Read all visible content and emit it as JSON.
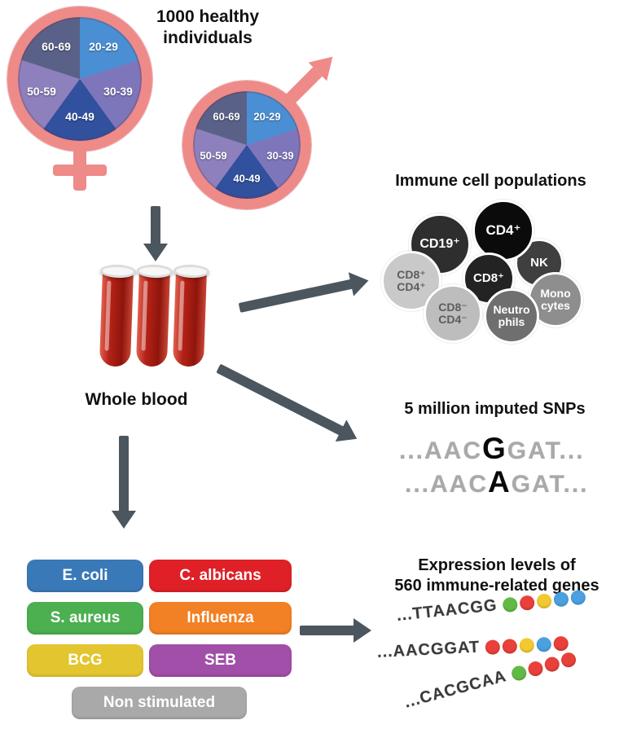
{
  "cohort": {
    "title": "1000 healthy\nindividuals",
    "symbol_color": "#ee8a88",
    "age_groups": [
      {
        "label": "20-29",
        "color": "#4a8fd4"
      },
      {
        "label": "30-39",
        "color": "#7e76bb"
      },
      {
        "label": "40-49",
        "color": "#31509e"
      },
      {
        "label": "50-59",
        "color": "#8d80bd"
      },
      {
        "label": "60-69",
        "color": "#5a6189"
      }
    ]
  },
  "blood": {
    "label": "Whole blood"
  },
  "immune": {
    "title": "Immune cell populations",
    "cells": [
      {
        "label": "CD19⁺",
        "color": "#2e2e2e"
      },
      {
        "label": "CD4⁺",
        "color": "#0b0b0b"
      },
      {
        "label": "NK",
        "color": "#3f3f3f"
      },
      {
        "label": "CD8⁺",
        "color": "#232323"
      },
      {
        "label": "CD8⁺\nCD4⁺",
        "color": "#c9c9c9"
      },
      {
        "label": "Mono\ncytes",
        "color": "#8e8e8e"
      },
      {
        "label": "CD8⁻\nCD4⁻",
        "color": "#bdbdbd"
      },
      {
        "label": "Neutro\nphils",
        "color": "#6f6f6f"
      }
    ]
  },
  "snps": {
    "title": "5 million imputed SNPs",
    "sequences": [
      {
        "pre": "...AAC",
        "variant": "G",
        "post": "GAT..."
      },
      {
        "pre": "...AAC",
        "variant": "A",
        "post": "GAT..."
      }
    ]
  },
  "stimuli": {
    "items": [
      {
        "label": "E. coli",
        "color": "#3a79b8"
      },
      {
        "label": "C. albicans",
        "color": "#df2127"
      },
      {
        "label": "S. aureus",
        "color": "#4caf50"
      },
      {
        "label": "Influenza",
        "color": "#f28024"
      },
      {
        "label": "BCG",
        "color": "#e3c52f"
      },
      {
        "label": "SEB",
        "color": "#a14fa8"
      },
      {
        "label": "Non stimulated",
        "color": "#a9a9a9"
      }
    ]
  },
  "expression": {
    "title": "Expression levels of\n560 immune-related genes",
    "rows": [
      {
        "seq": "...TTAACGG",
        "dots": [
          "#62ba46",
          "#e8403a",
          "#f2ca30",
          "#4ba0e0",
          "#4ba0e0"
        ]
      },
      {
        "seq": "...AACGGAT",
        "dots": [
          "#e8403a",
          "#e8403a",
          "#f2ca30",
          "#4ba0e0",
          "#e8403a"
        ]
      },
      {
        "seq": "...CACGCAA",
        "dots": [
          "#62ba46",
          "#e8403a",
          "#e8403a",
          "#e8403a"
        ]
      }
    ]
  }
}
